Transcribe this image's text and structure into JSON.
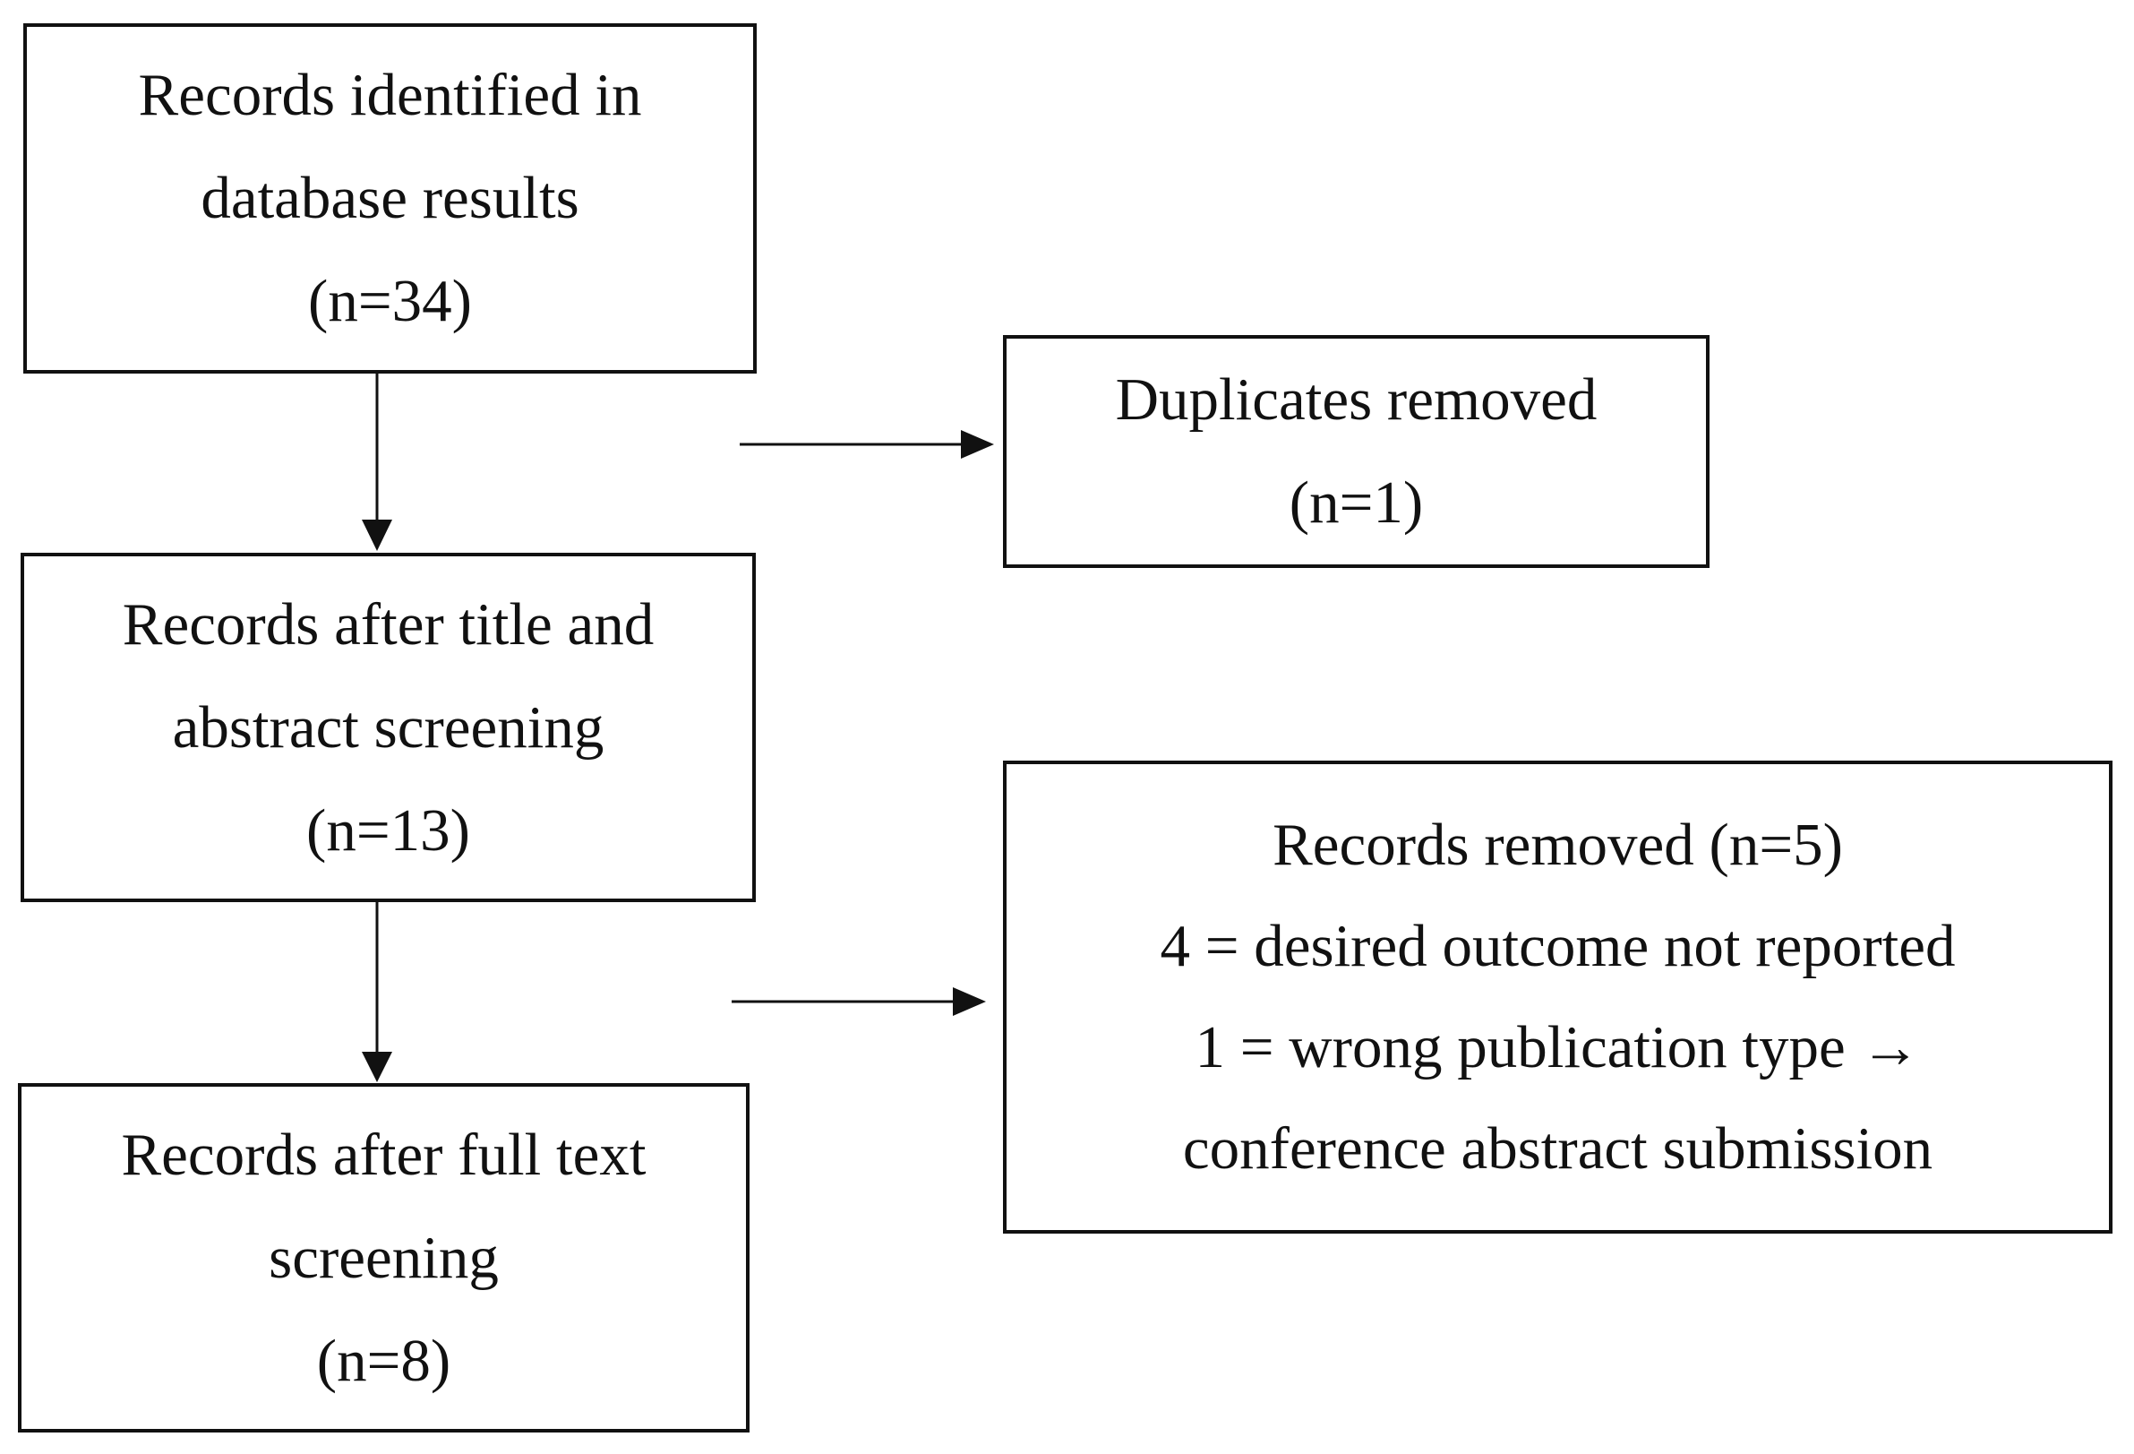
{
  "boxes": {
    "identified": {
      "lines": [
        "Records identified in",
        "database results",
        "(n=34)"
      ]
    },
    "title_abstract": {
      "lines": [
        "Records after title and",
        "abstract screening",
        "(n=13)"
      ]
    },
    "full_text": {
      "lines": [
        "Records after full text",
        "screening",
        "(n=8)"
      ]
    },
    "duplicates": {
      "lines": [
        "Duplicates removed",
        "(n=1)"
      ]
    },
    "removed": {
      "lines": [
        "Records removed (n=5)",
        "4 = desired outcome not reported",
        "1 = wrong publication type →",
        "conference abstract submission"
      ]
    }
  }
}
